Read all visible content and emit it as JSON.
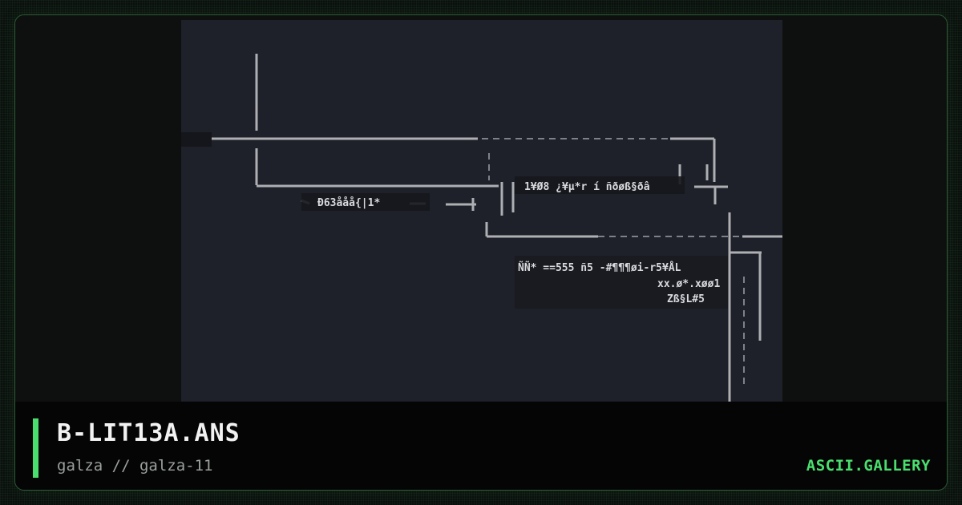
{
  "artwork": {
    "filename": "B-LIT13A.ANS",
    "credits": "galza // galza-11",
    "preview_icon": "ansi-art-preview-icon",
    "art_text_rows": [
      "Ð63ååå{|1*",
      "1¥Ø8 ¿¥µ*r í ñðøß§ðâ",
      "ÑÑ* ==555 ñ5 -#¶¶¶øi-r5¥ÅL",
      "xx.ø*.xøø1",
      "Zß§L#5"
    ]
  },
  "site": {
    "brand": "ASCII.GALLERY"
  },
  "colors": {
    "accent": "#4ade6e",
    "card_border": "#2c5a34",
    "art_background": "#1e2129",
    "title": "#f2f2f2",
    "subtitle": "#9aa09c"
  }
}
